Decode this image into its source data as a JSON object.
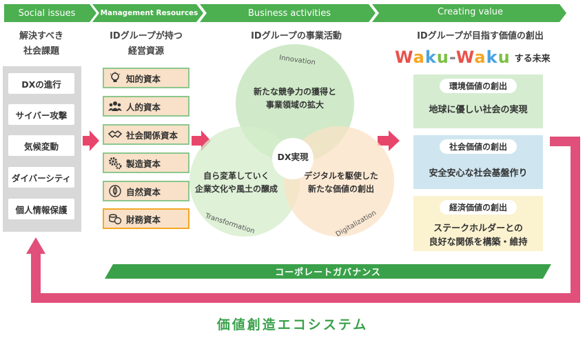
{
  "headers": {
    "social_issues": "Social issues",
    "management_resources": "Management Resources",
    "business_activities": "Business activities",
    "creating_value": "Creating value"
  },
  "subtitles": {
    "issues_line1": "解決すべき",
    "issues_line2": "社会課題",
    "resources_line1": "IDグループが持つ",
    "resources_line2": "経営資源",
    "activities": "IDグループの事業活動",
    "value": "IDグループが目指す価値の創出"
  },
  "waku": {
    "letters": [
      "W",
      "a",
      "k",
      "u",
      "-",
      "W",
      "a",
      "k",
      "u"
    ],
    "colors": [
      "#e8524a",
      "#f5a623",
      "#4aa3df",
      "#7bc043",
      "#888888",
      "#e8524a",
      "#f5a623",
      "#4aa3df",
      "#7bc043"
    ],
    "suffix": "する未来"
  },
  "social_issues": [
    "DXの進行",
    "サイバー攻撃",
    "気候変動",
    "ダイバーシティ",
    "個人情報保護"
  ],
  "resources": [
    {
      "label": "知的資本",
      "icon": "lightbulb-icon"
    },
    {
      "label": "人的資本",
      "icon": "people-icon"
    },
    {
      "label": "社会関係資本",
      "icon": "handshake-icon"
    },
    {
      "label": "製造資本",
      "icon": "gears-icon"
    },
    {
      "label": "自然資本",
      "icon": "leaf-icon"
    },
    {
      "label": "財務資本",
      "icon": "coins-icon"
    }
  ],
  "circles": {
    "innovation_label": "Innovation",
    "innovation_line1": "新たな競争力の獲得と",
    "innovation_line2": "事業領域の拡大",
    "transformation_label": "Transformation",
    "transformation_line1": "自ら変革していく",
    "transformation_line2": "企業文化や風土の醸成",
    "digitalization_label": "Digitalization",
    "digitalization_line1": "デジタルを駆使した",
    "digitalization_line2": "新たな価値の創出",
    "center": "DX実現"
  },
  "values": [
    {
      "title": "環境価値の創出",
      "line1": "地球に優しい社会の実現",
      "line2": "",
      "bg": "#d5ecd0"
    },
    {
      "title": "社会価値の創出",
      "line1": "安全安心な社会基盤作り",
      "line2": "",
      "bg": "#cfe6f0"
    },
    {
      "title": "経済価値の創出",
      "line1": "ステークホルダーとの",
      "line2": "良好な関係を構築・維持",
      "bg": "#fbf2cf"
    }
  ],
  "governance": "コーポレートガバナンス",
  "footer": "価値創造エコシステム",
  "colors": {
    "header_green": "#4caf50",
    "arrow_pink": "#e8456b",
    "loop_pink": "#e0507a",
    "footer_green": "#3aa14a"
  }
}
